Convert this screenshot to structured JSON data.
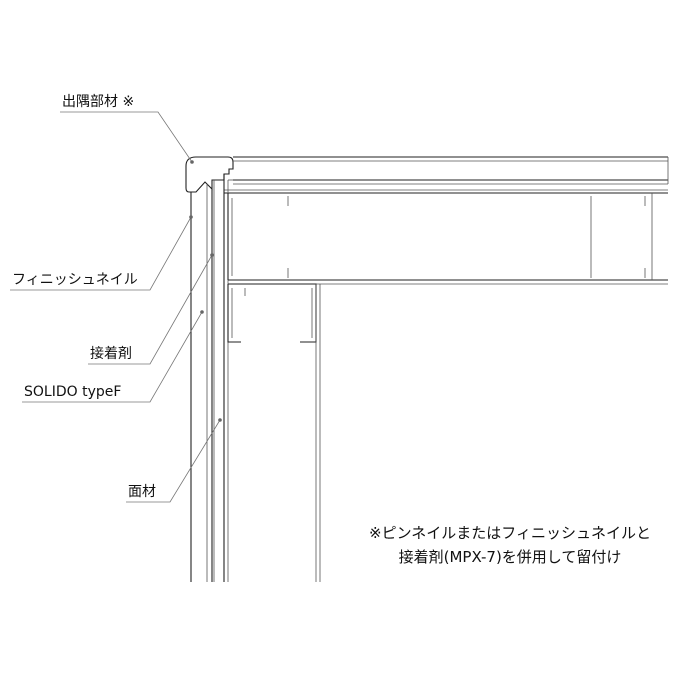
{
  "labels": {
    "corner_member": "出隅部材 ※",
    "finish_nail": "フィニッシュネイル",
    "adhesive": "接着剤",
    "solido": "SOLIDO typeF",
    "face_material": "面材"
  },
  "note": {
    "line1": "※ピンネイルまたはフィニッシュネイルと",
    "line2": "接着剤(MPX-7)を併用して留付け"
  }
}
